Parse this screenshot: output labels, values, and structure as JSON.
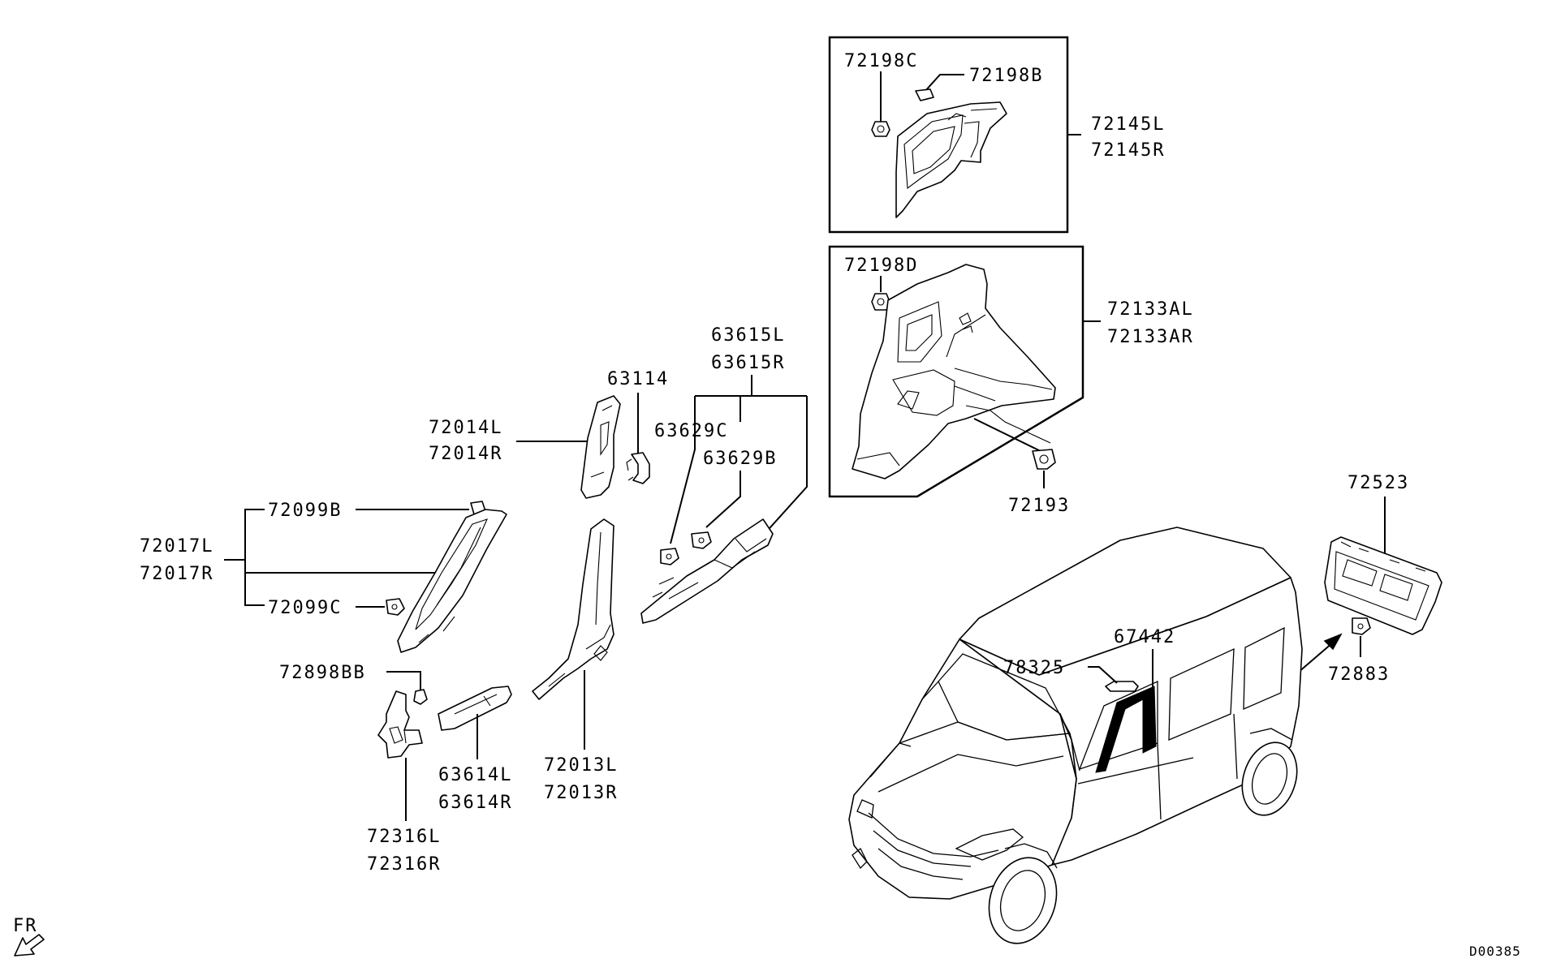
{
  "labels": {
    "p72198C": "72198C",
    "p72198B": "72198B",
    "p72145L": "72145L",
    "p72145R": "72145R",
    "p72198D": "72198D",
    "p72133AL": "72133AL",
    "p72133AR": "72133AR",
    "p72193": "72193",
    "p63615L": "63615L",
    "p63615R": "63615R",
    "p63114": "63114",
    "p63629C": "63629C",
    "p63629B": "63629B",
    "p72014L": "72014L",
    "p72014R": "72014R",
    "p72099B": "72099B",
    "p72017L": "72017L",
    "p72017R": "72017R",
    "p72099C": "72099C",
    "p72898BB": "72898BB",
    "p63614L": "63614L",
    "p63614R": "63614R",
    "p72013L": "72013L",
    "p72013R": "72013R",
    "p72316L": "72316L",
    "p72316R": "72316R",
    "p72523": "72523",
    "p72883": "72883",
    "p67442": "67442",
    "p78325": "78325"
  },
  "direction_marker": "FR",
  "drawing_id": "D00385"
}
